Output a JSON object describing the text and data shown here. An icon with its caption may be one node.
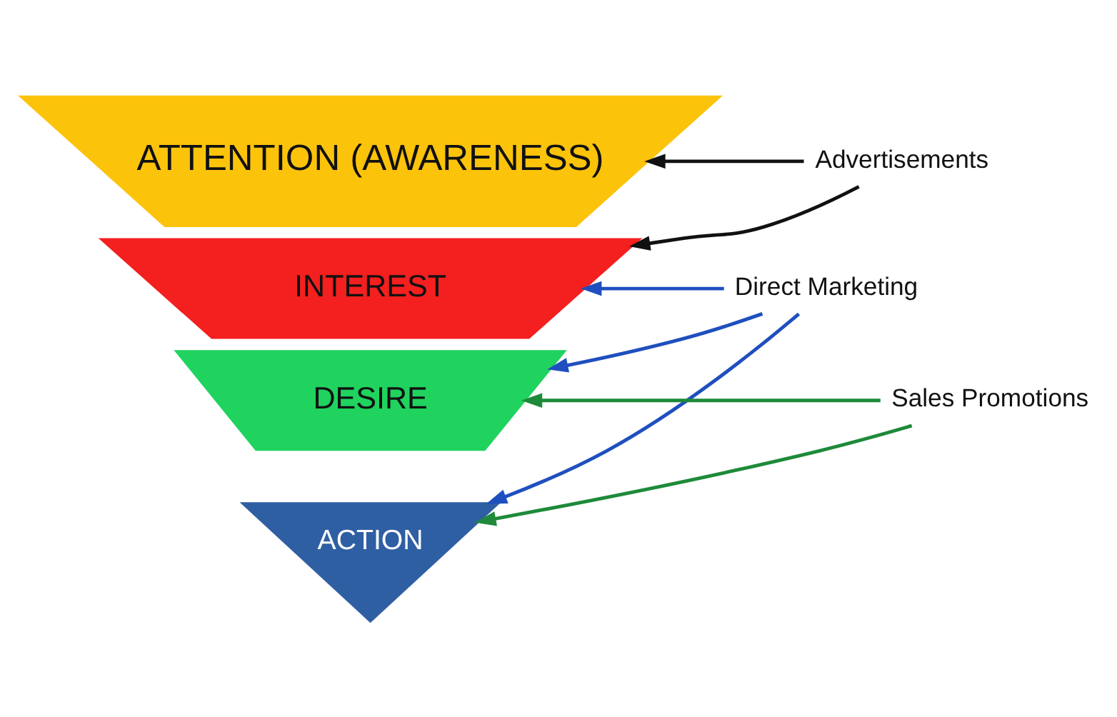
{
  "diagram": {
    "nodes": [
      {
        "text": [
          "ATTENTION (AWARENESS)"
        ]
      },
      {
        "text": [
          "Advertisements"
        ]
      },
      {
        "text": [
          "INTEREST"
        ]
      },
      {
        "text": [
          "Direct Marketing"
        ]
      },
      {
        "text": [
          "DESIRE"
        ]
      },
      {
        "text": [
          "Sales Promotions"
        ]
      },
      {
        "text": [
          "ACTION"
        ]
      }
    ],
    "edges": [
      {
        "from": 1,
        "to": 0,
        "arrow": "to",
        "color": "#111111"
      },
      {
        "from": 1,
        "to": 2,
        "arrow": "to",
        "color": "#111111"
      },
      {
        "from": 3,
        "to": 2,
        "arrow": "to",
        "color": "#1f4fbf"
      },
      {
        "from": 3,
        "to": 4,
        "arrow": "to",
        "color": "#1f4fbf"
      },
      {
        "from": 3,
        "to": 6,
        "arrow": "to",
        "color": "#1f4fbf"
      },
      {
        "from": 5,
        "to": 4,
        "arrow": "to",
        "color": "#1e8a3a"
      },
      {
        "from": 5,
        "to": 6,
        "arrow": "to",
        "color": "#1e8a3a"
      }
    ]
  }
}
